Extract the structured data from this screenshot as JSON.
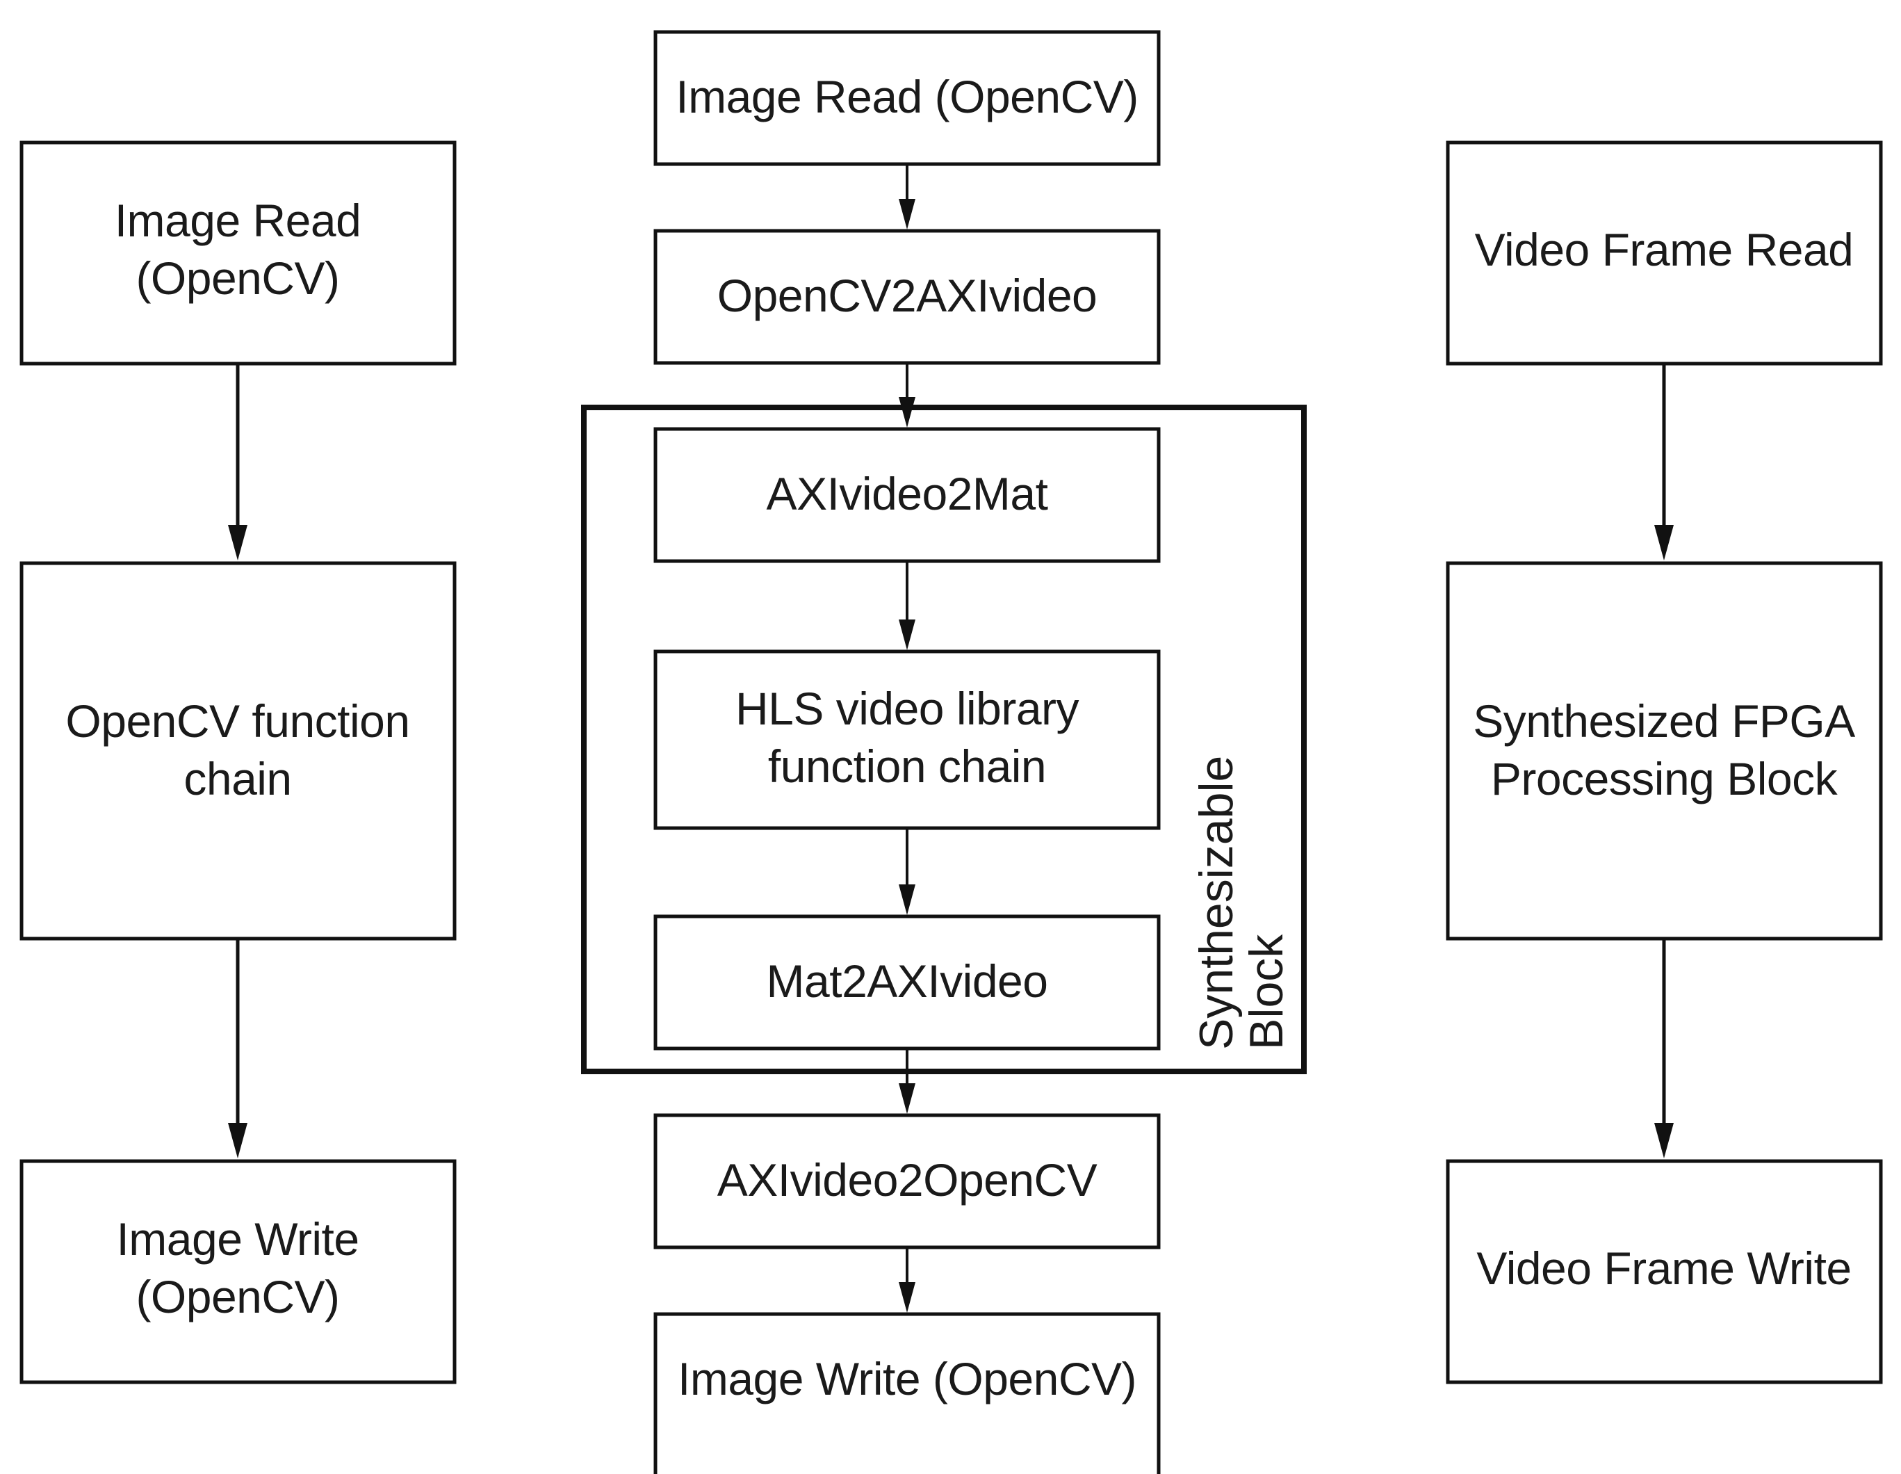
{
  "diagram": {
    "left_column": {
      "image_read": [
        "Image Read",
        "(OpenCV)"
      ],
      "function_chain": [
        "OpenCV function",
        "chain"
      ],
      "image_write": [
        "Image Write",
        "(OpenCV)"
      ]
    },
    "middle_column": {
      "image_read": "Image Read (OpenCV)",
      "opencv2axivideo": "OpenCV2AXIvideo",
      "axivideo2mat": "AXIvideo2Mat",
      "hls_chain": [
        "HLS video library",
        "function chain"
      ],
      "mat2axivideo": "Mat2AXIvideo",
      "axivideo2opencv": "AXIvideo2OpenCV",
      "image_write": "Image Write (OpenCV)"
    },
    "synthesizable_block": [
      "Synthesizable",
      "Block"
    ],
    "right_column": {
      "video_frame_read": "Video Frame Read",
      "fpga_block": [
        "Synthesized FPGA",
        "Processing Block"
      ],
      "video_frame_write": "Video Frame Write"
    }
  }
}
